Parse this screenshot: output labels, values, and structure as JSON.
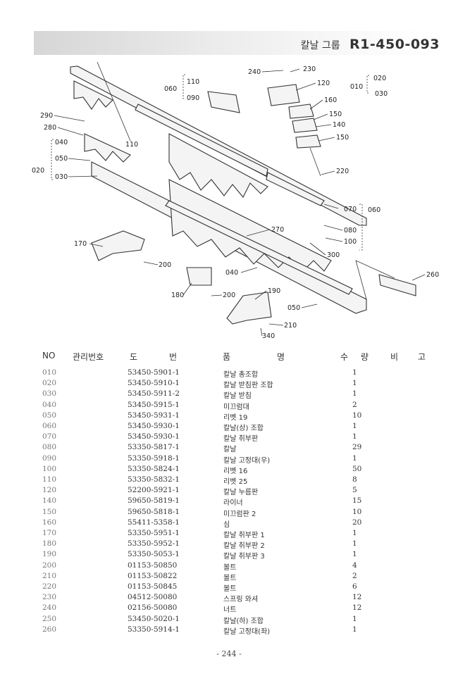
{
  "header": {
    "group_title": "칼날 그룹",
    "code": "R1-450-093"
  },
  "diagram": {
    "callouts": [
      "240",
      "230",
      "120",
      "010",
      "020",
      "030",
      "060",
      "110",
      "090",
      "160",
      "150",
      "140",
      "150",
      "290",
      "280",
      "110",
      "040",
      "050",
      "020",
      "030",
      "220",
      "070",
      "060",
      "080",
      "100",
      "270",
      "300",
      "170",
      "200",
      "040",
      "260",
      "180",
      "200",
      "190",
      "050",
      "210",
      "340"
    ]
  },
  "table": {
    "headers": [
      "NO",
      "관리번호",
      "도",
      "번",
      "품",
      "명",
      "수",
      "량",
      "비",
      "고"
    ],
    "rows": [
      {
        "no": "010",
        "part": "53450-5901-1",
        "name": "칼날 총조합",
        "qty": "1"
      },
      {
        "no": "020",
        "part": "53450-5910-1",
        "name": "칼날 받침판 조합",
        "qty": "1"
      },
      {
        "no": "030",
        "part": "53450-5911-2",
        "name": "칼날 받침",
        "qty": "1"
      },
      {
        "no": "040",
        "part": "53450-5915-1",
        "name": "미끄럼대",
        "qty": "2"
      },
      {
        "no": "050",
        "part": "53450-5931-1",
        "name": "리벳 19",
        "qty": "10"
      },
      {
        "no": "060",
        "part": "53450-5930-1",
        "name": "칼날(상) 조합",
        "qty": "1"
      },
      {
        "no": "070",
        "part": "53450-5930-1",
        "name": "칼날 취부판",
        "qty": "1"
      },
      {
        "no": "080",
        "part": "53350-5817-1",
        "name": "칼날",
        "qty": "29"
      },
      {
        "no": "090",
        "part": "53350-5918-1",
        "name": "칼날 고정대(우)",
        "qty": "1"
      },
      {
        "no": "100",
        "part": "53350-5824-1",
        "name": "리벳 16",
        "qty": "50"
      },
      {
        "no": "110",
        "part": "53350-5832-1",
        "name": "리벳 25",
        "qty": "8"
      },
      {
        "no": "120",
        "part": "52200-5921-1",
        "name": "칼날 누름판",
        "qty": "5"
      },
      {
        "no": "140",
        "part": "59650-5819-1",
        "name": "라이너",
        "qty": "15"
      },
      {
        "no": "150",
        "part": "59650-5818-1",
        "name": "미끄럼판 2",
        "qty": "10"
      },
      {
        "no": "160",
        "part": "55411-5358-1",
        "name": "심",
        "qty": "20"
      },
      {
        "no": "170",
        "part": "53350-5951-1",
        "name": "칼날 취부판 1",
        "qty": "1"
      },
      {
        "no": "180",
        "part": "53350-5952-1",
        "name": "칼날 취부판 2",
        "qty": "1"
      },
      {
        "no": "190",
        "part": "53350-5053-1",
        "name": "칼날 취부판 3",
        "qty": "1"
      },
      {
        "no": "200",
        "part": "01153-50850",
        "name": "볼트",
        "qty": "4"
      },
      {
        "no": "210",
        "part": "01153-50822",
        "name": "볼트",
        "qty": "2"
      },
      {
        "no": "220",
        "part": "01153-50845",
        "name": "볼트",
        "qty": "6"
      },
      {
        "no": "230",
        "part": "04512-50080",
        "name": "스프링 와셔",
        "qty": "12"
      },
      {
        "no": "240",
        "part": "02156-50080",
        "name": "너트",
        "qty": "12"
      },
      {
        "no": "250",
        "part": "53450-5020-1",
        "name": "칼날(하) 조합",
        "qty": "1"
      },
      {
        "no": "260",
        "part": "53350-5914-1",
        "name": "칼날 고정대(좌)",
        "qty": "1"
      }
    ]
  },
  "footer": {
    "page": "- 244 -"
  }
}
